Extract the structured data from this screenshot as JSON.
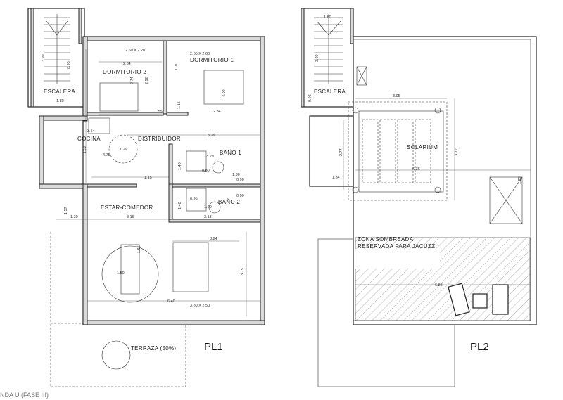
{
  "plans": {
    "pl1": {
      "label": "PL1",
      "rooms": {
        "dormitorio2": "DORMITORIO 2",
        "dormitorio1": "DORMITORIO 1",
        "escalera": "ESCALERA",
        "cocina": "COCINA",
        "distribuidor": "DISTRIBUIDOR",
        "bano1": "BAÑO 1",
        "bano2": "BAÑO 2",
        "estar": "ESTAR-COMEDOR",
        "terraza": "TERRAZA (50%)"
      },
      "dims": [
        "2.60 X 2.20",
        "2.84",
        "2.74",
        "2.96",
        "1.55",
        "2.60 X 2.60",
        "1.70",
        "4.09",
        "1.15",
        "2.84",
        "3.99",
        "0.96",
        "1.80",
        "3.54",
        "3.29",
        "1.52",
        "4.75",
        "1.29",
        "3.29",
        "1.40",
        "0.80",
        "1.36",
        "0.90",
        "0.90",
        "1.15",
        "1.40",
        "0.95",
        "1.20",
        "1.57",
        "1.30",
        "3.16",
        "3.13",
        "3.24",
        "3.75",
        "1.65",
        "1.50",
        "6.40",
        "3.80 X 2.50"
      ]
    },
    "pl2": {
      "label": "PL2",
      "rooms": {
        "escalera": "ESCALERA",
        "solarium": "SOLARIUM",
        "zona_line1": "ZONA SOMBREADA",
        "zona_line2": "RESERVADA PARA JACUZZI"
      },
      "dims": [
        "1.80",
        "3.99",
        "0.96",
        "3.95",
        "2.77",
        "3.72",
        "6.36",
        "1.84",
        "1.23",
        "6.88"
      ]
    }
  },
  "caption": "NDA U (FASE III)"
}
